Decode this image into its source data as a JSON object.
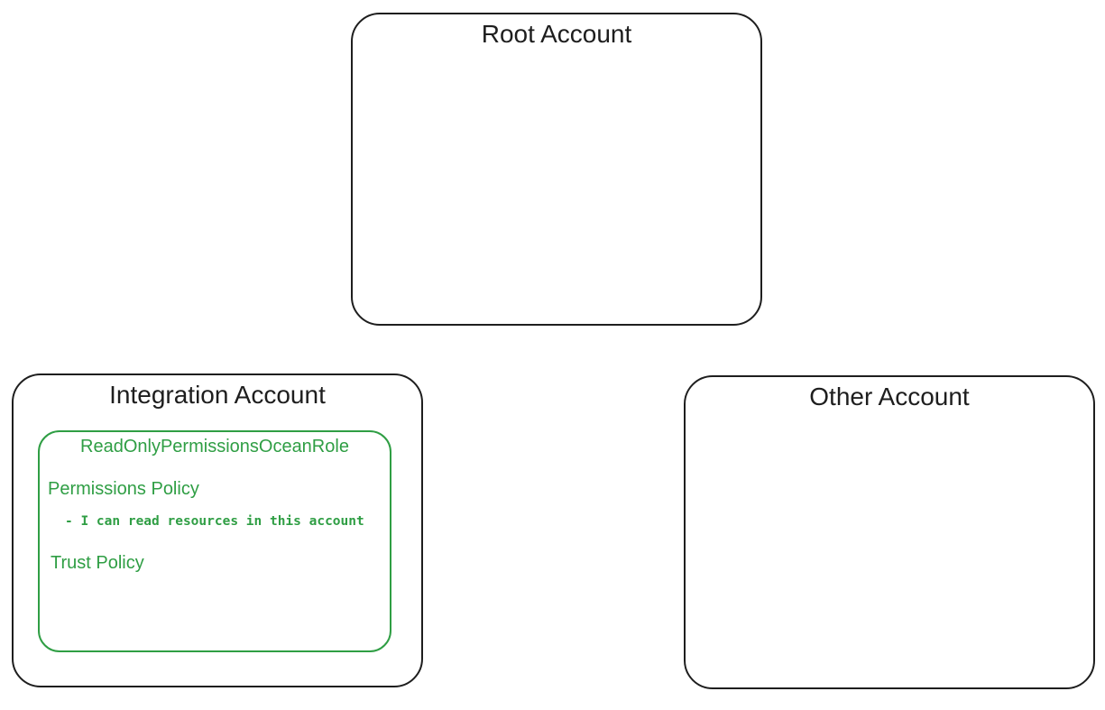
{
  "diagram": {
    "accounts": {
      "root": {
        "title": "Root Account"
      },
      "integration": {
        "title": "Integration Account"
      },
      "other": {
        "title": "Other Account"
      }
    },
    "role": {
      "name": "ReadOnlyPermissionsOceanRole",
      "permissions_policy": {
        "heading": "Permissions Policy",
        "items": [
          "- I can read resources in this account"
        ]
      },
      "trust_policy": {
        "heading": "Trust Policy"
      }
    },
    "colors": {
      "stroke": "#1e1e1e",
      "role_accent": "#2f9e44",
      "background": "#ffffff"
    }
  }
}
